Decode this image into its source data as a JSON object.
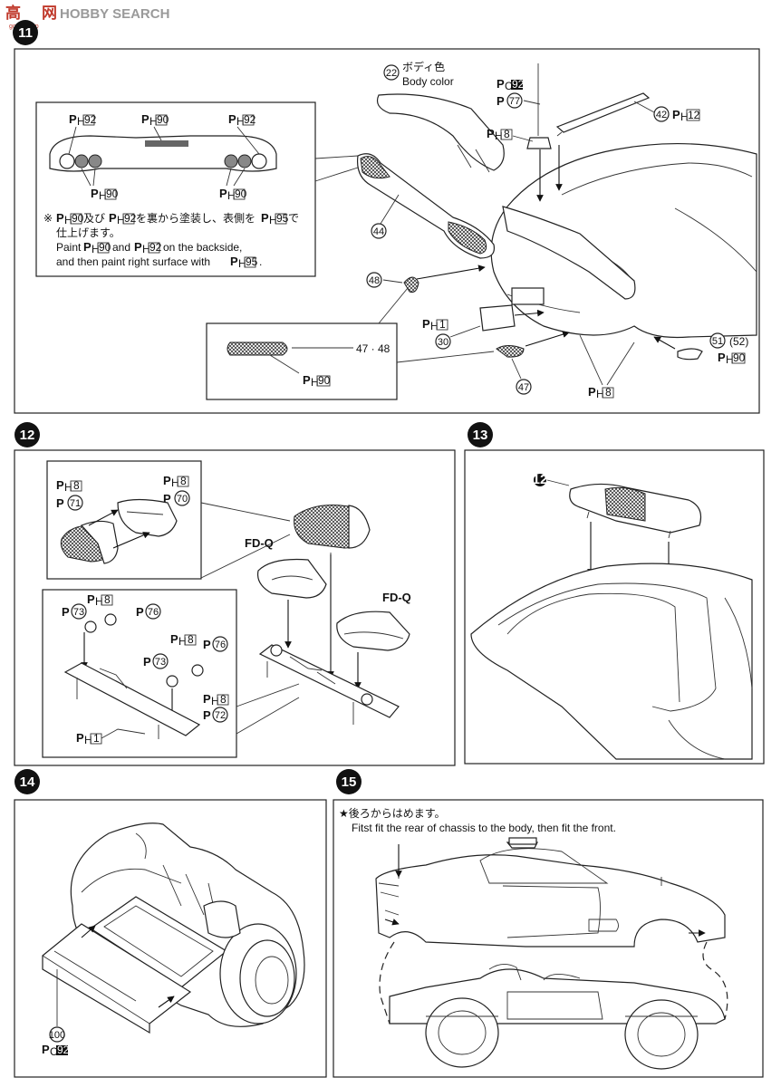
{
  "watermark": {
    "brand_cn": "高",
    "brand_cn2": "网",
    "brand_en": "HOBBY SEARCH",
    "site": "gogo.shop"
  },
  "steps": [
    "11",
    "12",
    "13",
    "14",
    "15"
  ],
  "step11": {
    "part22": "22",
    "body_color_jp": "ボディ色",
    "body_color_en": "Body color",
    "pc_prefix": "P",
    "pc_sub": "C",
    "pc_num": "92",
    "p_prefix": "P",
    "p77": "77",
    "ph_prefix": "P",
    "ph_sub": "H",
    "ph8": "8",
    "part42": "42",
    "ph12": "12",
    "inset_ph92_left": "92",
    "inset_ph90_top": "90",
    "inset_ph92_right": "92",
    "inset_ph90_bl": "90",
    "inset_ph90_br": "90",
    "note_mark": "※",
    "note_jp_1a": "及び",
    "note_jp_1b": "を裏から塗装し、表側を",
    "note_jp_1c": "で",
    "note_jp_2": "仕上げます。",
    "note_en_1a": "Paint",
    "note_en_1b": "and",
    "note_en_1c": "on the backside,",
    "note_en_2a": "and then paint right surface with",
    "note_en_2b": ".",
    "note_num_90": "90",
    "note_num_92": "92",
    "note_num_95": "95",
    "part44": "44",
    "part48": "48",
    "ph1": "1",
    "part30": "30",
    "part47": "47",
    "part51": "51",
    "part52": "(52)",
    "ph90": "90",
    "inset2_label": "47 · 48",
    "inset2_ph90": "90",
    "ph8_bottom": "8"
  },
  "step12": {
    "ph8_a": "8",
    "ph8_b": "8",
    "p71": "71",
    "p70": "70",
    "fdq_a": "FD-Q",
    "fdq_b": "FD-Q",
    "p73_a": "73",
    "ph8_c": "8",
    "p76_a": "76",
    "ph8_d": "8",
    "p73_b": "73",
    "p76_b": "76",
    "ph8_e": "8",
    "p72": "72",
    "ph1": "1"
  },
  "step13": {
    "part12": "12"
  },
  "step14": {
    "part100": "100",
    "pc92": "92"
  },
  "step15": {
    "note_jp": "★後ろからはめます。",
    "note_en": "Fitst fit the rear of chassis to the body, then fit the front."
  }
}
